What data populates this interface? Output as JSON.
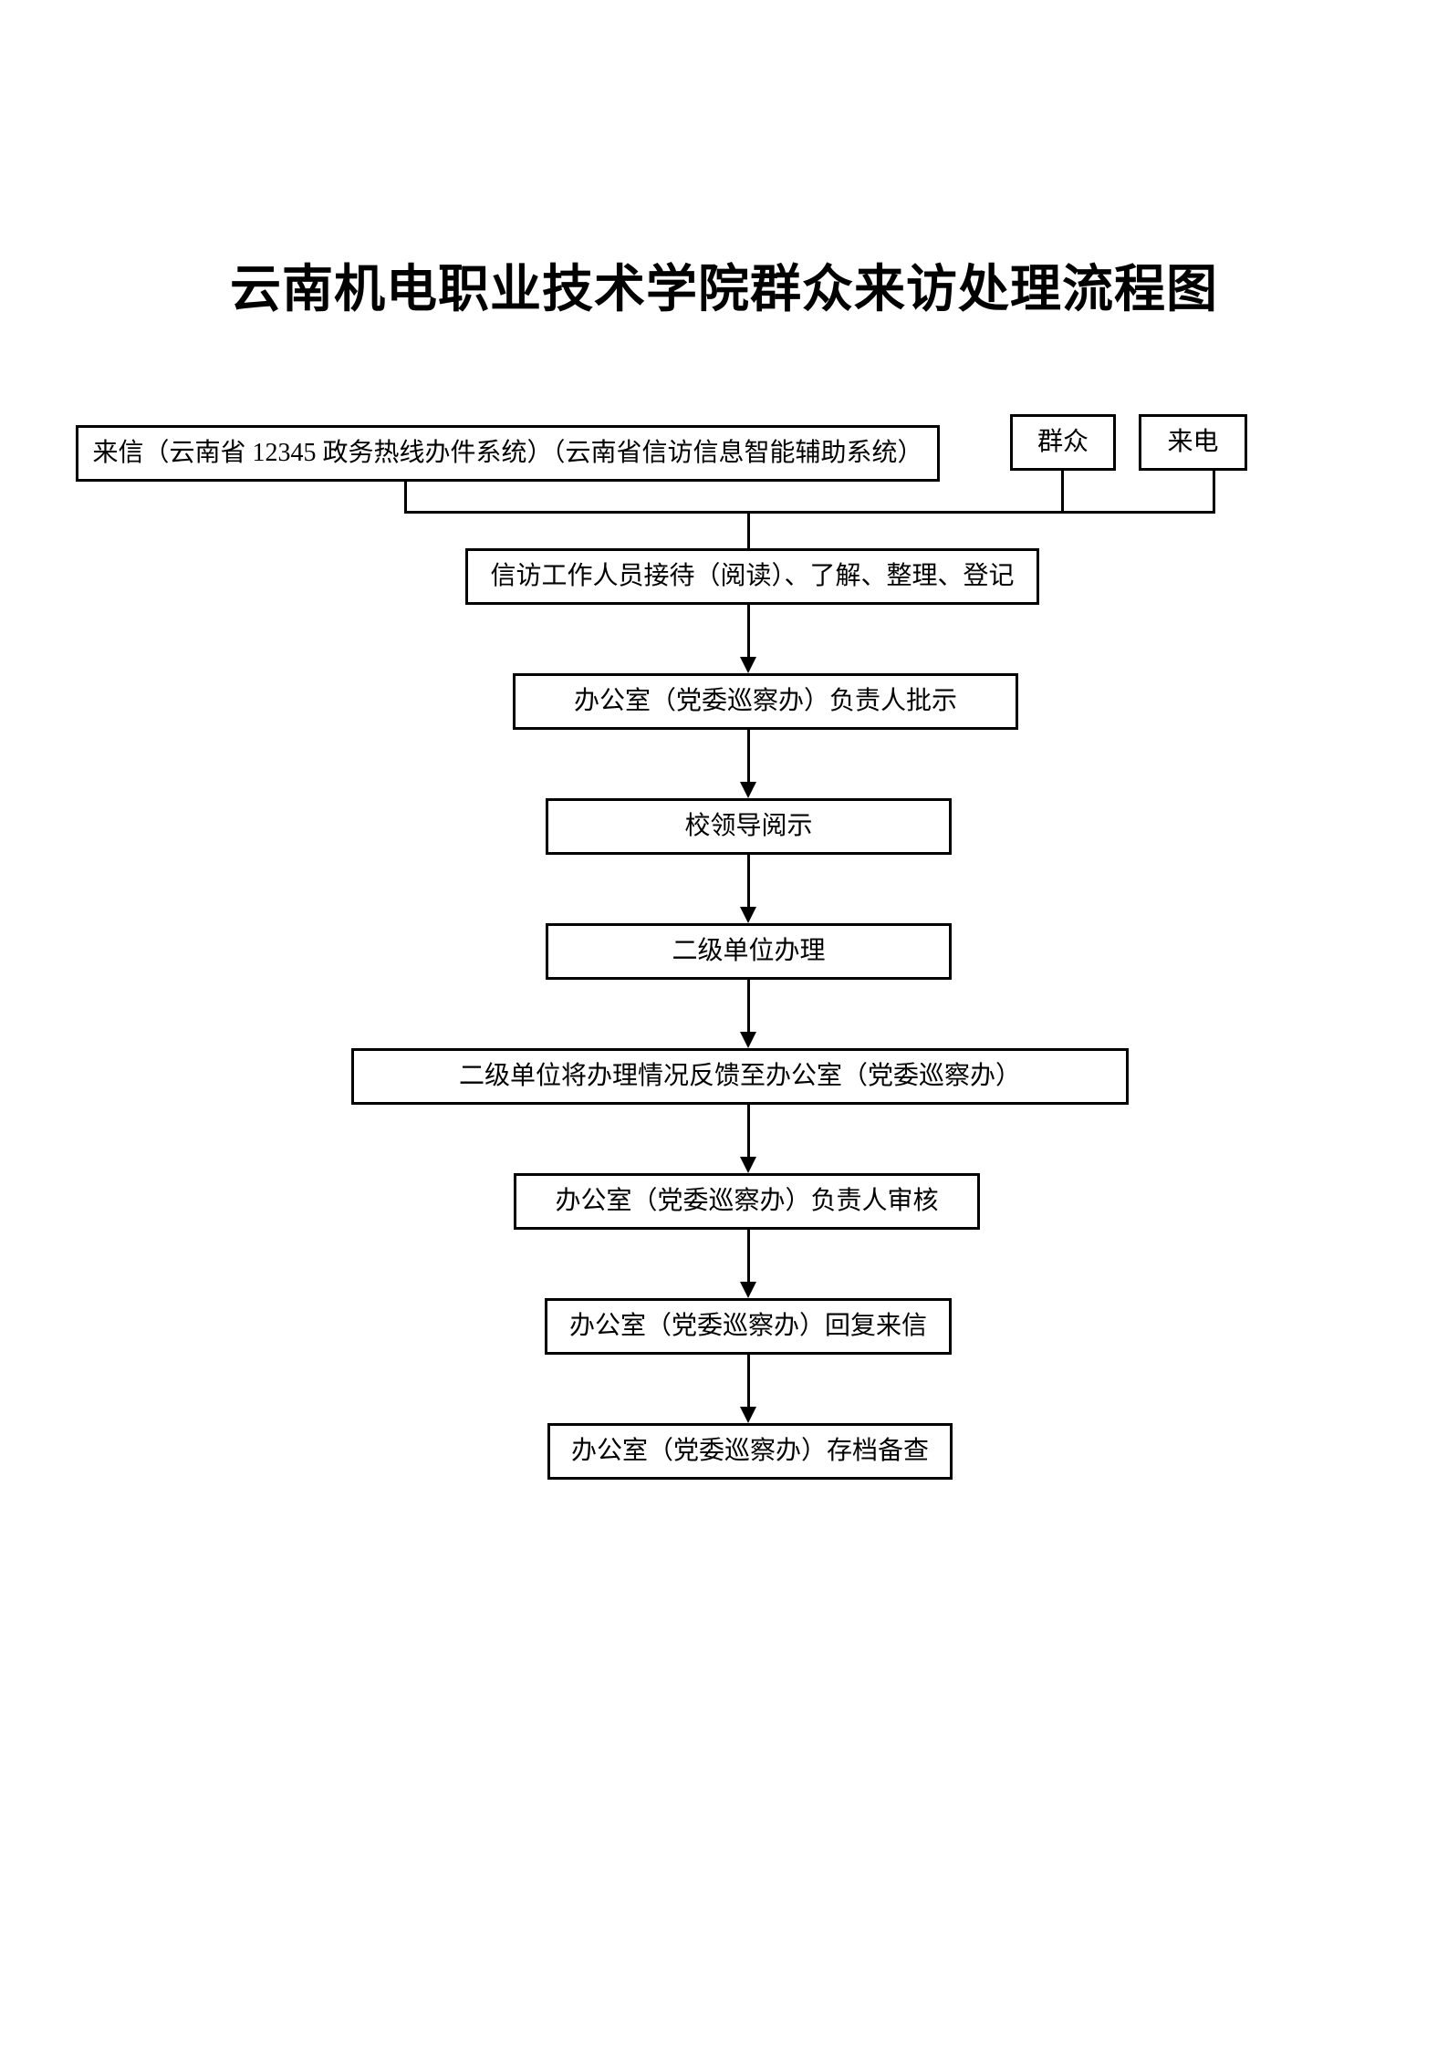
{
  "page": {
    "title": "云南机电职业技术学院群众来访处理流程图",
    "background_color": "#ffffff",
    "line_color": "#000000",
    "text_color": "#000000"
  },
  "sources": {
    "letter": {
      "label": "来信（云南省 12345 政务热线办件系统）（云南省信访信息智能辅助系统）"
    },
    "masses": {
      "label": "群众"
    },
    "calls": {
      "label": "来电"
    }
  },
  "flow": {
    "steps": [
      {
        "label": "信访工作人员接待（阅读）、了解、整理、登记"
      },
      {
        "label": "办公室（党委巡察办）负责人批示"
      },
      {
        "label": "校领导阅示"
      },
      {
        "label": "二级单位办理"
      },
      {
        "label": "二级单位将办理情况反馈至办公室（党委巡察办）"
      },
      {
        "label": "办公室（党委巡察办）负责人审核"
      },
      {
        "label": "办公室（党委巡察办）回复来信"
      },
      {
        "label": "办公室（党委巡察办）存档备查"
      }
    ],
    "connections": [
      "来信 → 合并线",
      "群众 → 合并线",
      "来电 → 合并线",
      "合并线 → 信访工作人员接待（阅读）、了解、整理、登记",
      "每一步依箭头顺序向下流转至存档备查"
    ]
  }
}
